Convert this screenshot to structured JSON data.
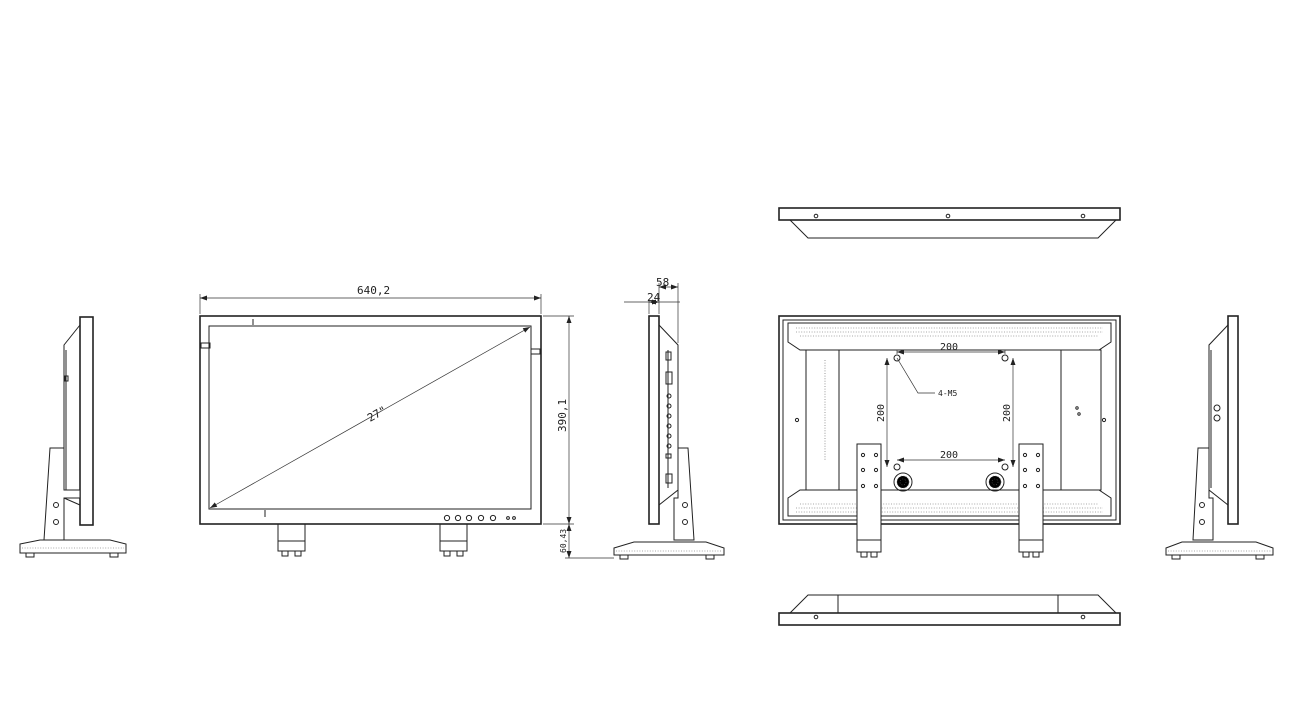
{
  "drawing": {
    "front_view": {
      "width_dim": "640,2",
      "height_dim": "390,1",
      "stand_dim": "60,43",
      "diagonal_label": "27\""
    },
    "side_view": {
      "depth_dim_total": "58",
      "depth_dim_panel": "24"
    },
    "rear_view": {
      "vesa_top": "200",
      "vesa_bottom": "200",
      "vesa_left": "200",
      "vesa_right": "200",
      "screw_callout": "4-M5"
    }
  }
}
